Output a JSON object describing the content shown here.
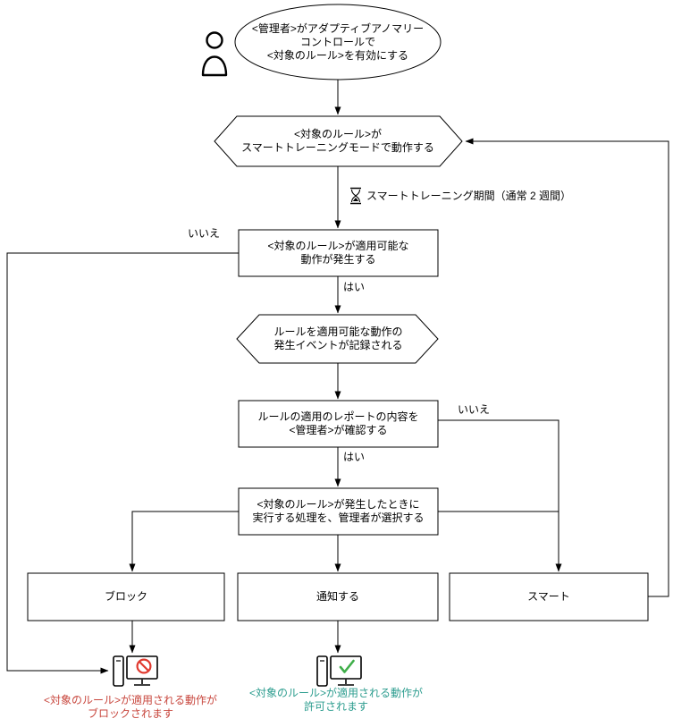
{
  "nodes": {
    "start": {
      "label": "<管理者>がアダプティブアノマリー\nコントロールで\n<対象のルール>を有効にする"
    },
    "training": {
      "label": "<対象のルール>が\nスマートトレーニングモードで動作する"
    },
    "action": {
      "label": "<対象のルール>が適用可能な\n動作が発生する"
    },
    "recorded": {
      "label": "ルールを適用可能な動作の\n発生イベントが記録される"
    },
    "report": {
      "label": "ルールの適用のレポートの内容を\n<管理者>が確認する"
    },
    "select": {
      "label": "<対象のルール>が発生したときに\n実行する処理を、管理者が選択する"
    },
    "block": {
      "label": "ブロック"
    },
    "notify": {
      "label": "通知する"
    },
    "smart": {
      "label": "スマート"
    }
  },
  "edges": {
    "no_action": "いいえ",
    "yes_action": "はい",
    "no_report": "いいえ",
    "yes_report": "はい",
    "training_period": "スマートトレーニング期間（通常 2 週間）"
  },
  "results": {
    "blocked": "<対象のルール>が適用される動作が\nブロックされます",
    "allowed": "<対象のルール>が適用される動作が\n許可されます"
  },
  "icons": {
    "admin": "person-icon",
    "wait": "hourglass-icon",
    "blocked_result": "computer-prohibited-icon",
    "allowed_result": "computer-check-icon"
  },
  "colors": {
    "shape_fill": "#ffffff",
    "line": "#000000",
    "blocked_text": "#c8473e",
    "allowed_text": "#2d9d8f",
    "prohibited_icon": "#e0392e",
    "check_icon": "#3fae49"
  }
}
